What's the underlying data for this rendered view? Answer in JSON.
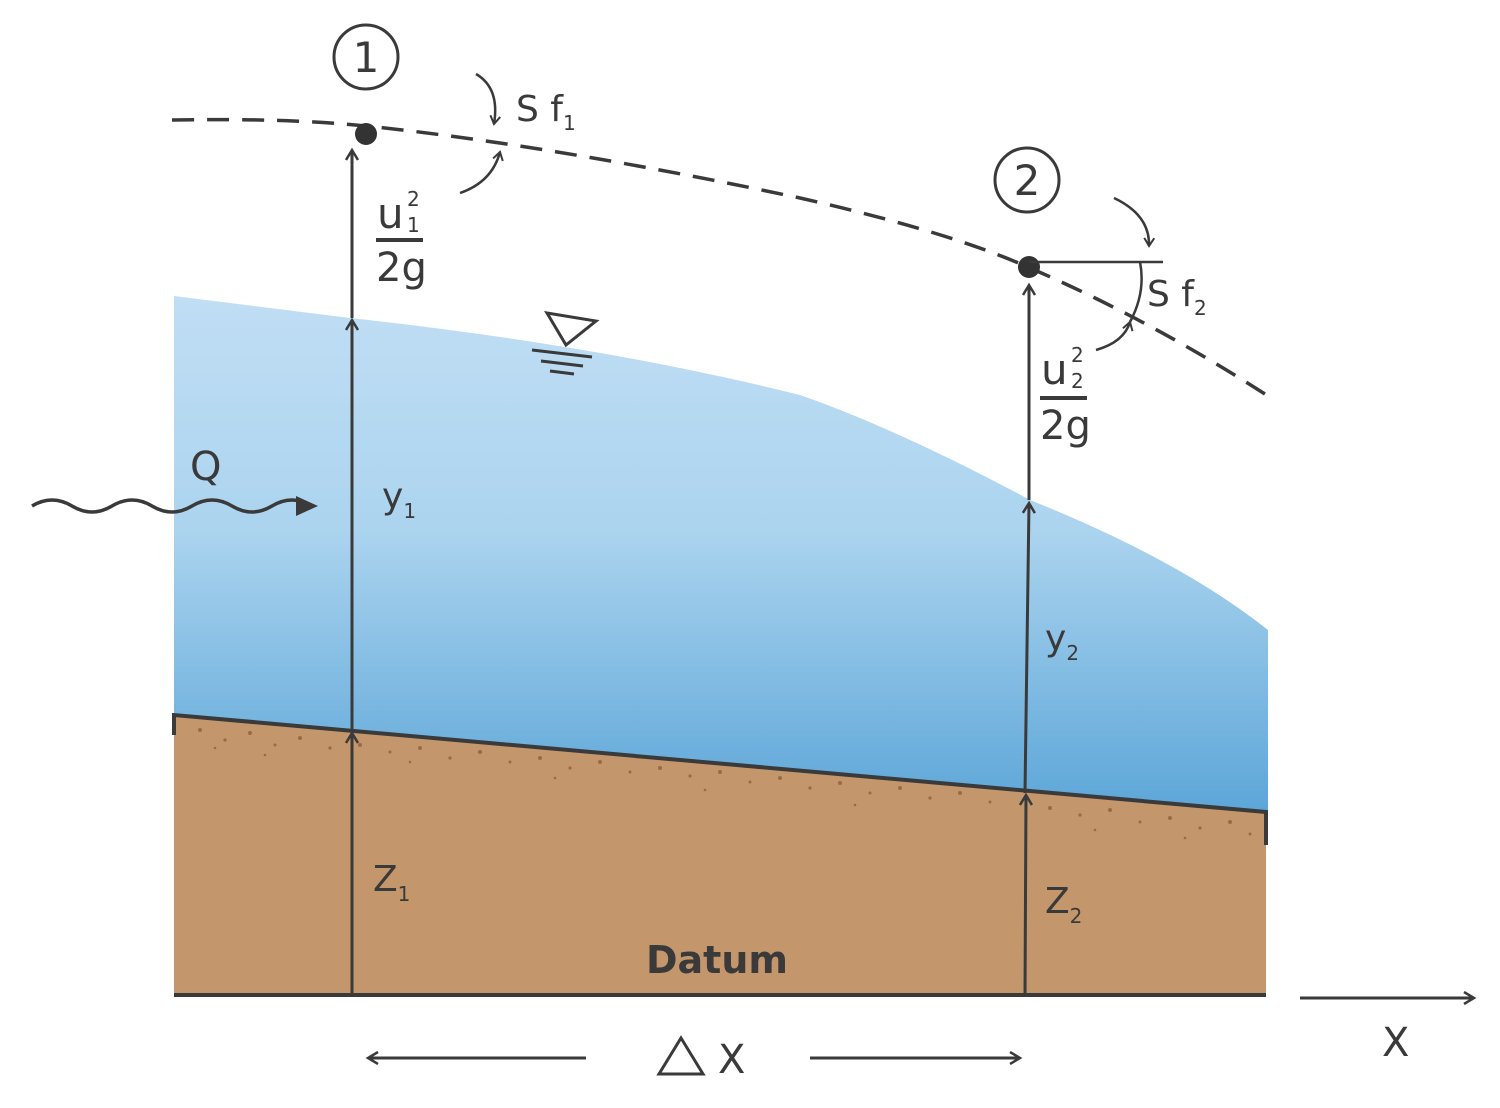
{
  "section1": {
    "number": "1",
    "velocity_head": {
      "u": "u",
      "sup": "2",
      "sub": "1",
      "den": "2g"
    },
    "depth": {
      "main": "y",
      "sub": "1"
    },
    "elevation": {
      "main": "Z",
      "sub": "1"
    },
    "friction_slope": {
      "main": "S f",
      "sub": "1"
    }
  },
  "section2": {
    "number": "2",
    "velocity_head": {
      "u": "u",
      "sup": "2",
      "sub": "2",
      "den": "2g"
    },
    "depth": {
      "main": "y",
      "sub": "2"
    },
    "elevation": {
      "main": "Z",
      "sub": "2"
    },
    "friction_slope": {
      "main": "S f",
      "sub": "2"
    }
  },
  "flow_label": "Q",
  "datum_label": "Datum",
  "delta_x": {
    "symbol": "Δ",
    "var": "X"
  },
  "axis_label": "X",
  "colors": {
    "water_top": "#bfe0f5",
    "water_bottom": "#5ea8d9",
    "soil": "#c4966c",
    "soil_dots": "#9a6a44",
    "line": "#3a3a3a"
  }
}
